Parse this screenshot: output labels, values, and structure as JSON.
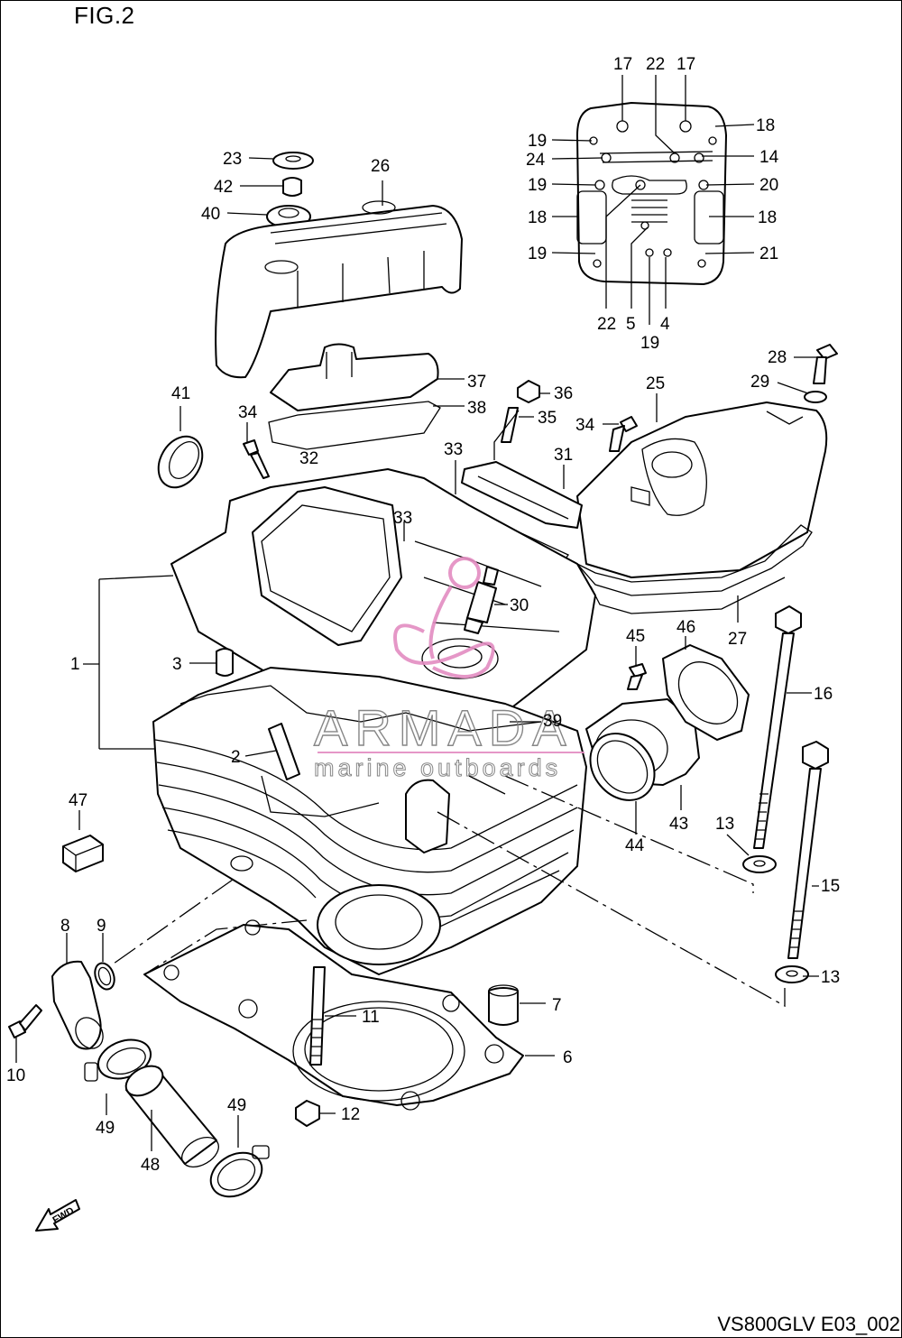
{
  "figure": {
    "title": "FIG.2",
    "code": "VS800GLV E03_002"
  },
  "watermark": {
    "brand": "ARMADA",
    "tagline": "marine outboards",
    "color": "#e38cc1"
  },
  "fwd_marker": "FWD",
  "callouts": [
    "17",
    "22",
    "17",
    "18",
    "19",
    "24",
    "14",
    "19",
    "20",
    "18",
    "18",
    "19",
    "21",
    "22",
    "5",
    "4",
    "19",
    "23",
    "26",
    "42",
    "40",
    "37",
    "38",
    "41",
    "34",
    "36",
    "35",
    "34",
    "25",
    "28",
    "29",
    "33",
    "31",
    "32",
    "33",
    "30",
    "27",
    "1",
    "3",
    "45",
    "46",
    "16",
    "39",
    "2",
    "47",
    "43",
    "44",
    "13",
    "8",
    "9",
    "15",
    "13",
    "11",
    "7",
    "10",
    "6",
    "12",
    "49",
    "49",
    "48"
  ]
}
